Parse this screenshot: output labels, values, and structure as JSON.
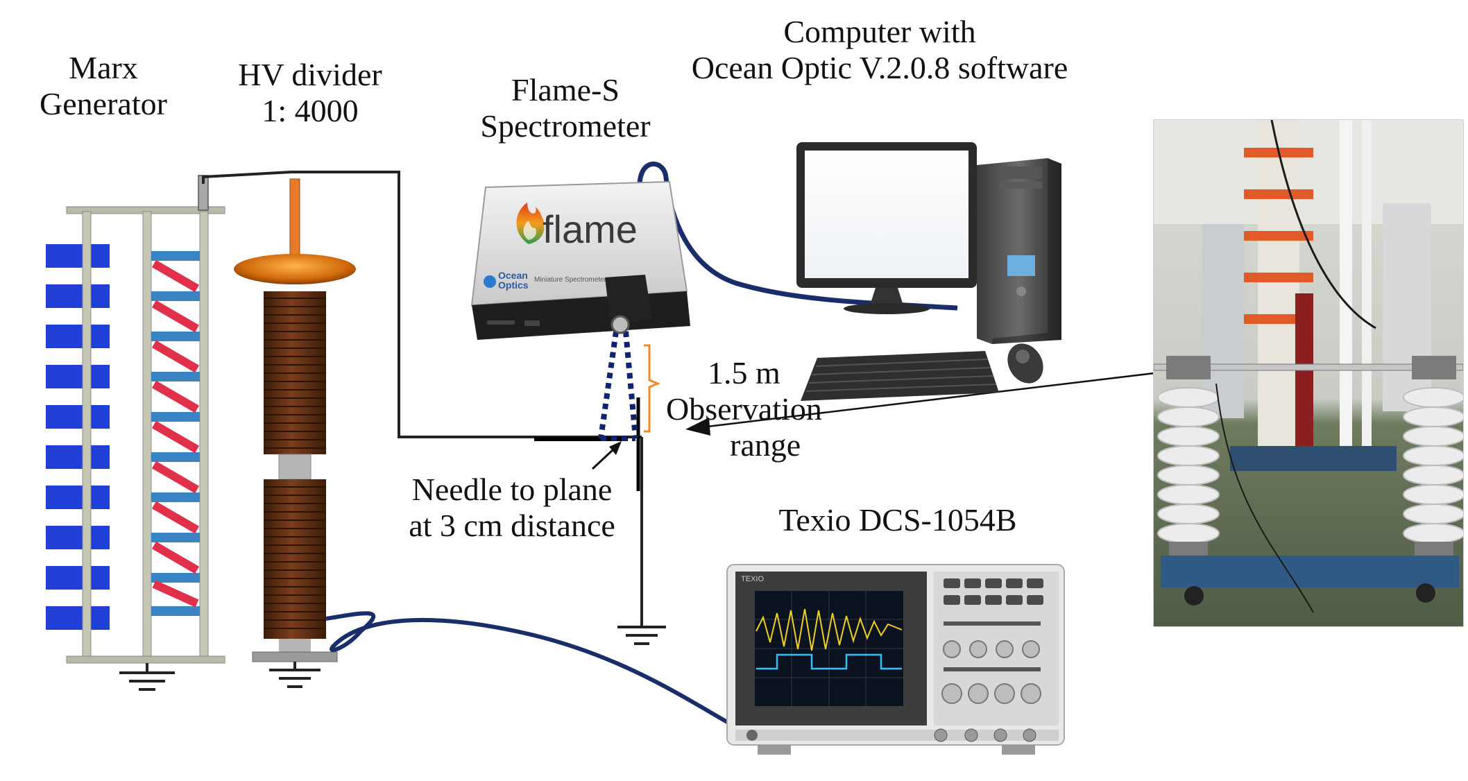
{
  "labels": {
    "marx_1": "Marx",
    "marx_2": "Generator",
    "hv_1": "HV divider",
    "hv_2": "1: 4000",
    "flame_1": "Flame-S",
    "flame_2": "Spectrometer",
    "comp_1": "Computer with",
    "comp_2": "Ocean Optic V.2.0.8 software",
    "range_1": "1.5 m",
    "range_2": "Observation",
    "range_3": "range",
    "needle_1": "Needle to plane",
    "needle_2": "at 3 cm distance",
    "scope_1": "Texio DCS-1054B"
  },
  "device_text": {
    "flame_brand": "flame",
    "ocean_logo_1": "Ocean",
    "ocean_logo_2": "Optics",
    "flame_sub": "Miniature Spectrometer",
    "scope_brand": "TEXIO"
  },
  "colors": {
    "marx_blue": "#1f3fd6",
    "ladder_blue": "#3a84c4",
    "ladder_red": "#e0304a",
    "divider_brown": "#6a3416",
    "torus_orange": "#d97a14",
    "cable_navy": "#1a2d6b",
    "ground": "#222222"
  },
  "icons": {
    "spectrometer": "flame-spectrometer-icon",
    "computer": "desktop-computer-icon",
    "oscilloscope": "oscilloscope-icon",
    "ground": "ground-symbol-icon"
  }
}
